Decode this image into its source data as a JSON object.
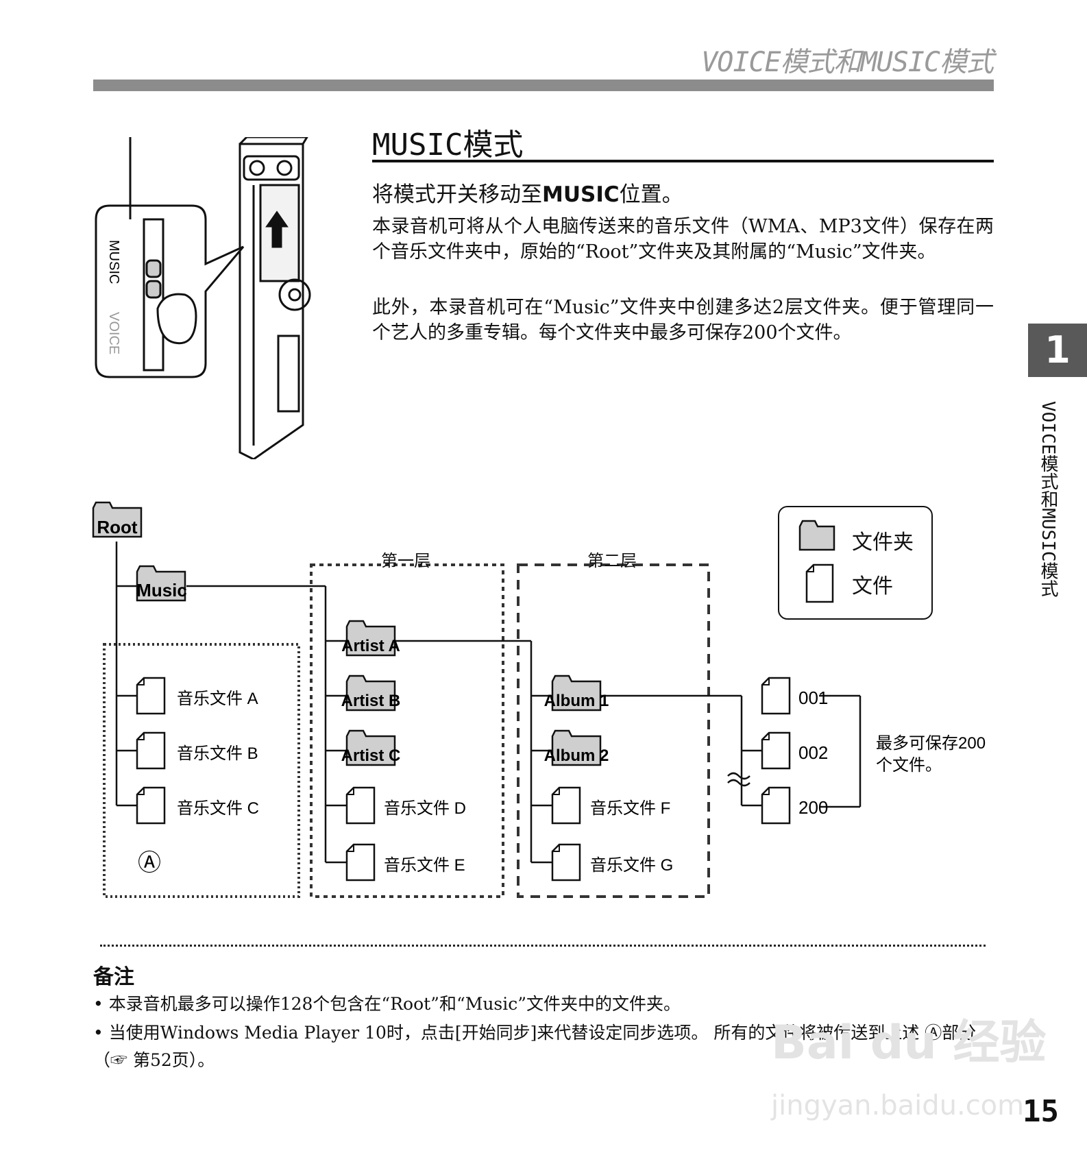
{
  "header": {
    "title": "VOICE模式和MUSIC模式"
  },
  "section": {
    "title": "MUSIC模式",
    "instruction_pre": "将模式开关移动至",
    "instruction_bold": "MUSIC",
    "instruction_post": "位置。",
    "para1": "本录音机可将从个人电脑传送来的音乐文件（WMA、MP3文件）保存在两个音乐文件夹中，原始的“Root”文件夹及其附属的“Music”文件夹。",
    "para2": "此外，本录音机可在“Music”文件夹中创建多达2层文件夹。便于管理同一个艺人的多重专辑。每个文件夹中最多可保存200个文件。"
  },
  "device": {
    "switch_music": "MUSIC",
    "switch_voice": "VOICE"
  },
  "chapter": {
    "number": "1",
    "side_label": "VOICE模式和MUSIC模式"
  },
  "diagram": {
    "root": "Root",
    "music": "Music",
    "level1_label": "第一层",
    "level2_label": "第二层",
    "artists": [
      "Artist A",
      "Artist B",
      "Artist C"
    ],
    "albums": [
      "Album 1",
      "Album 2"
    ],
    "root_files": [
      "音乐文件 A",
      "音乐文件 B",
      "音乐文件 C"
    ],
    "level1_files": [
      "音乐文件 D",
      "音乐文件 E"
    ],
    "level2_files": [
      "音乐文件 F",
      "音乐文件 G"
    ],
    "numbered_files": [
      "001",
      "002",
      "200"
    ],
    "limit_note_line1": "最多可保存200",
    "limit_note_line2": "个文件。",
    "area_marker": "Ⓐ",
    "legend_folder": "文件夹",
    "legend_file": "文件"
  },
  "notes": {
    "title": "备注",
    "items": [
      "• 本录音机最多可以操作128个包含在“Root”和“Music”文件夹中的文件夹。",
      "• 当使用Windows Media Player 10时，点击[开始同步]来代替设定同步选项。 所有的文件将被传送到上述 Ⓐ部分（☞ 第52页）。"
    ]
  },
  "page_number": "15",
  "watermark": {
    "line1": "Bai du 经验",
    "line2": "jingyan.baidu.com"
  }
}
